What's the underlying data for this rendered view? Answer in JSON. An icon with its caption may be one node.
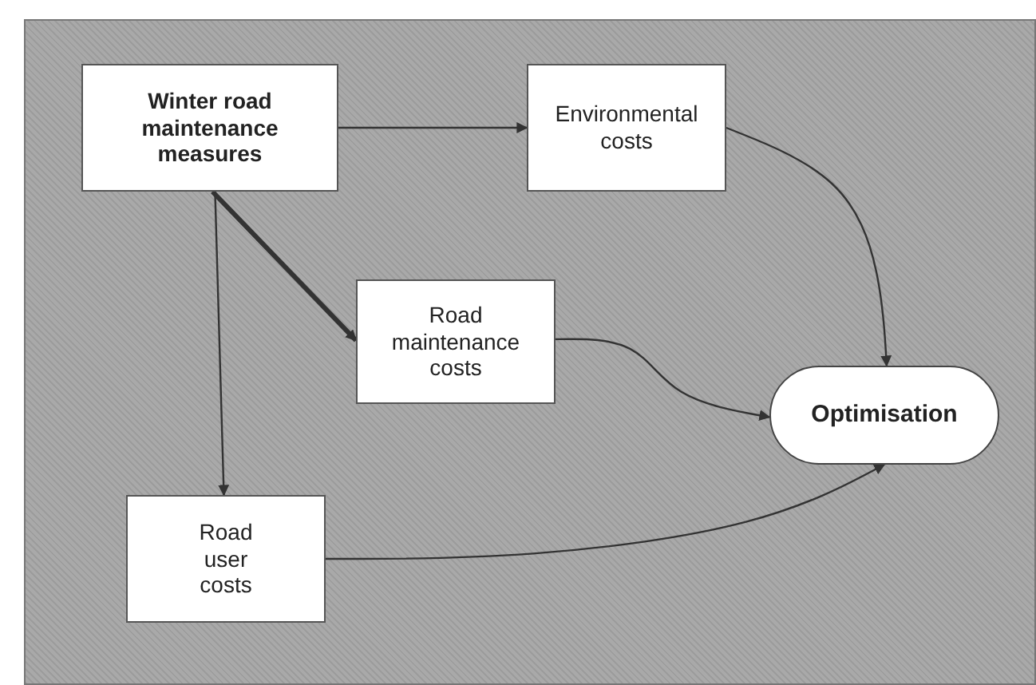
{
  "diagram": {
    "nodes": [
      {
        "text": [
          "Winter road maintenance measures"
        ]
      },
      {
        "text": [
          "Environmental costs"
        ]
      },
      {
        "text": [
          "Road maintenance costs"
        ]
      },
      {
        "text": [
          "Optimisation"
        ]
      },
      {
        "text": [
          "Road user costs"
        ]
      }
    ],
    "edges": [
      {
        "from": 0,
        "to": 1,
        "arrow": "to"
      },
      {
        "from": 0,
        "to": 2,
        "arrow": "to",
        "style": "thick"
      },
      {
        "from": 0,
        "to": 4,
        "arrow": "to"
      },
      {
        "from": 1,
        "to": 3,
        "arrow": "to"
      },
      {
        "from": 2,
        "to": 3,
        "arrow": "to"
      },
      {
        "from": 4,
        "to": 3,
        "arrow": "to"
      }
    ]
  }
}
